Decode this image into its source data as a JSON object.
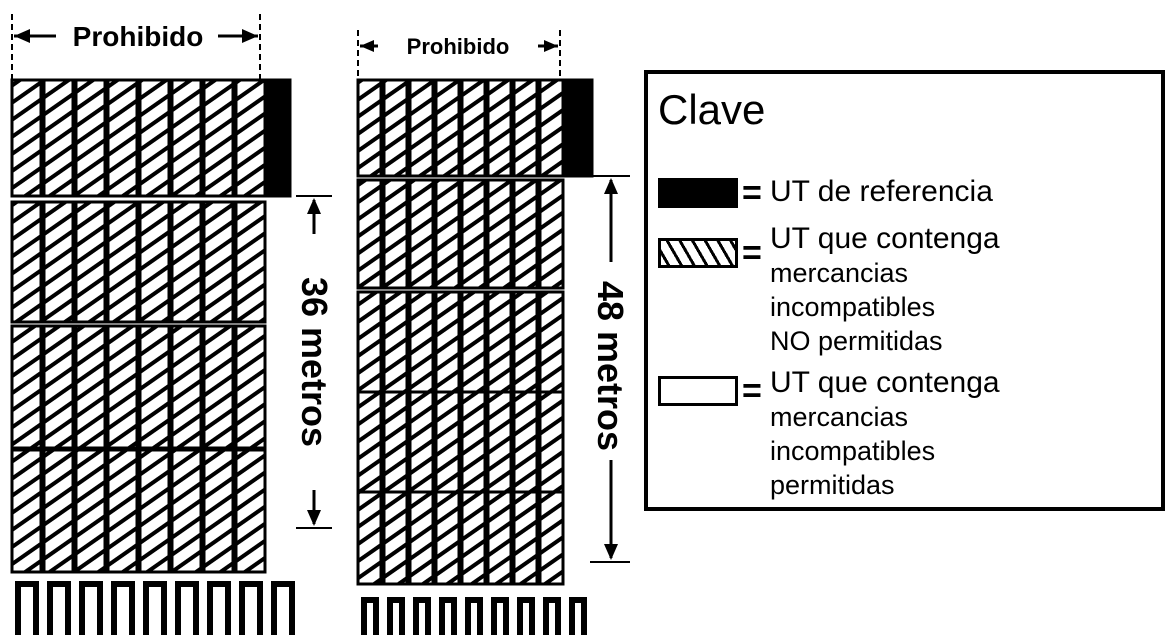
{
  "left_stack": {
    "label": "Prohibido",
    "distance": "36 metros"
  },
  "right_stack": {
    "label": "Prohibido",
    "distance": "48 metros"
  },
  "key": {
    "title": "Clave",
    "items": [
      {
        "symbol": "=",
        "text": "UT de referencia"
      },
      {
        "symbol": "=",
        "line1": "UT que contenga",
        "line2": "mercancias",
        "line3": "incompatibles",
        "line4": "NO permitidas"
      },
      {
        "symbol": "=",
        "line1": "UT que contenga",
        "line2": "mercancias",
        "line3": "incompatibles",
        "line4": "permitidas"
      }
    ]
  },
  "colors": {
    "ink": "#000000",
    "paper": "#ffffff"
  }
}
